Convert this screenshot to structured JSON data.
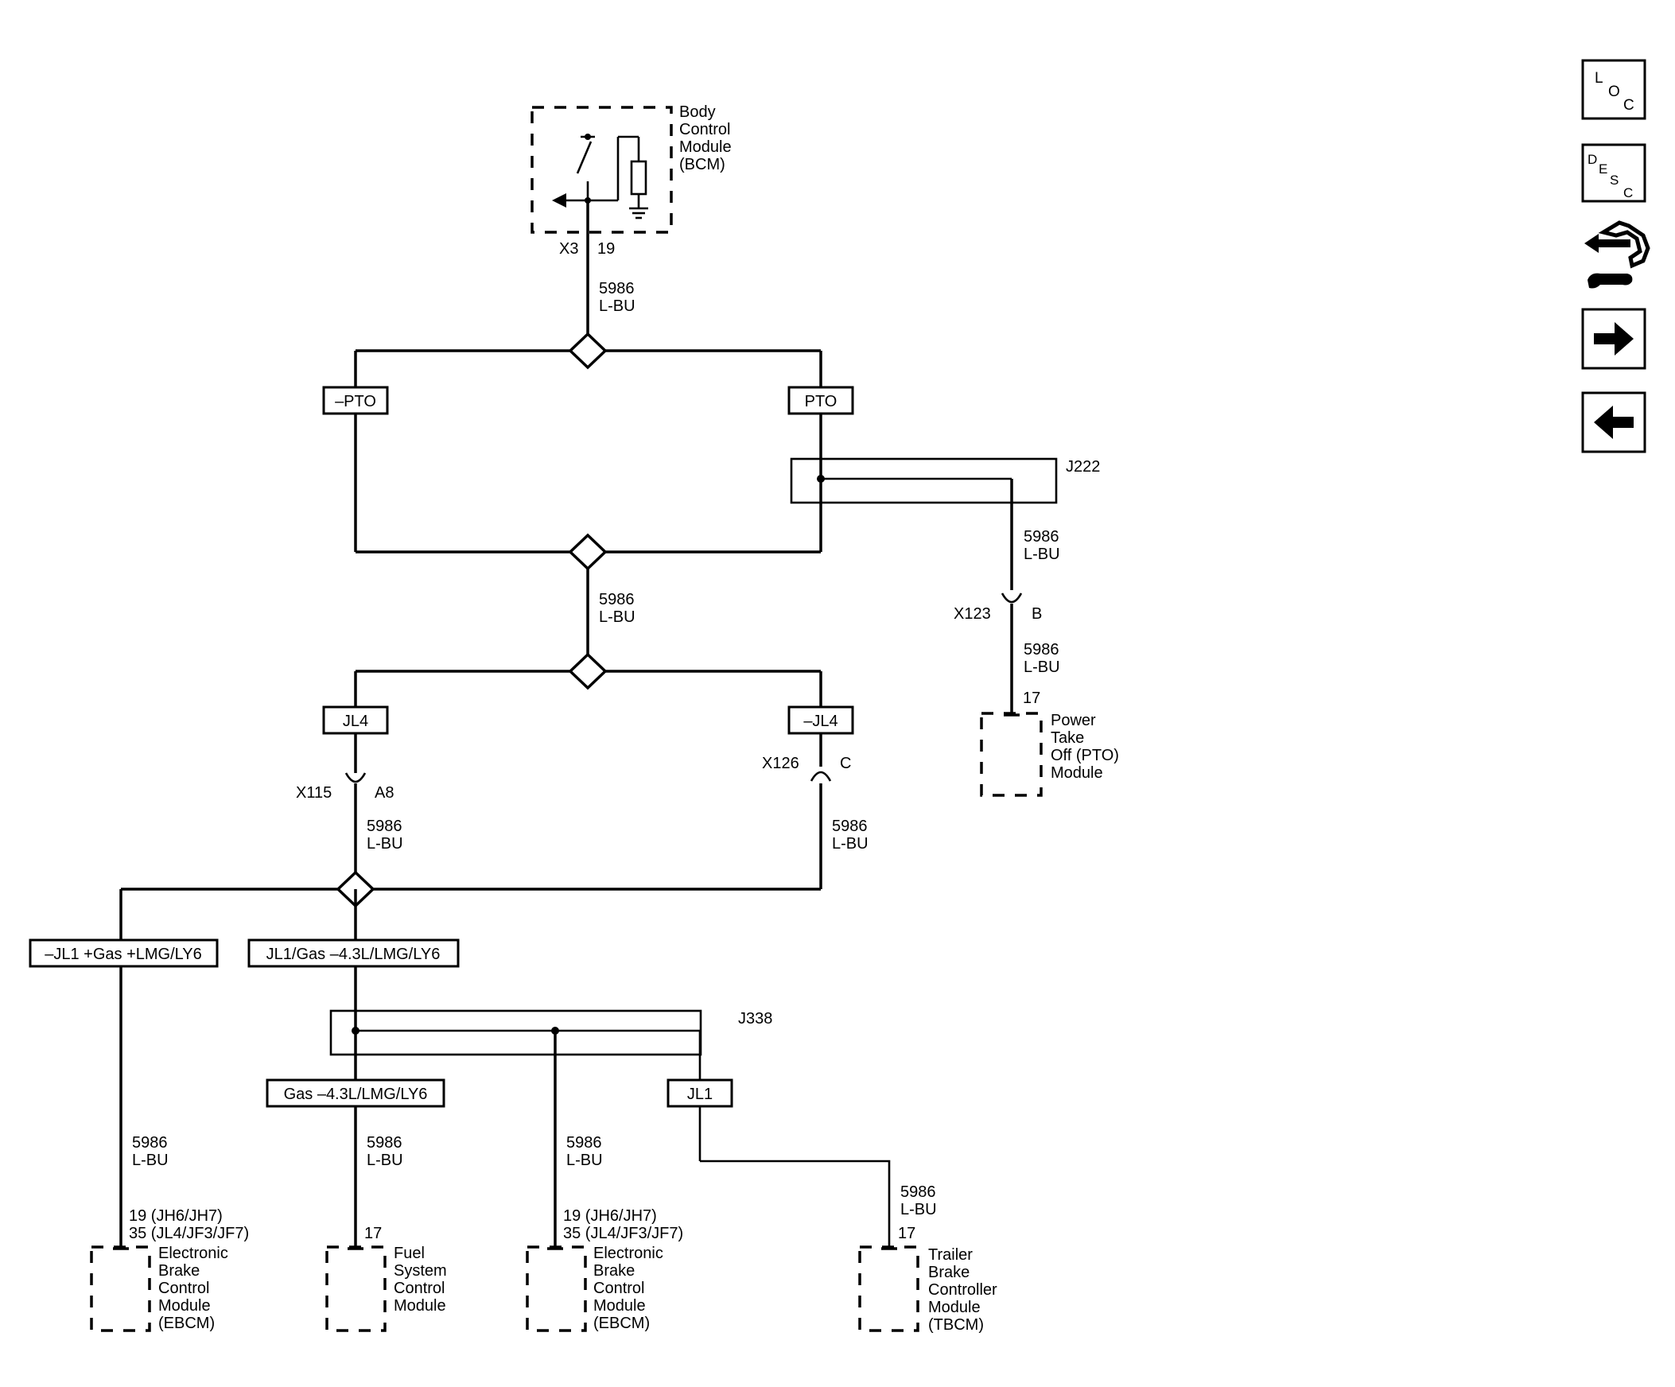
{
  "modules": {
    "bcm": [
      "Body",
      "Control",
      "Module",
      "(BCM)"
    ],
    "pto": [
      "Power",
      "Take",
      "Off (PTO)",
      "Module"
    ],
    "ebcm_left": [
      "Electronic",
      "Brake",
      "Control",
      "Module",
      "(EBCM)"
    ],
    "fscm": [
      "Fuel",
      "System",
      "Control",
      "Module"
    ],
    "ebcm_right": [
      "Electronic",
      "Brake",
      "Control",
      "Module",
      "(EBCM)"
    ],
    "tbcm": [
      "Trailer",
      "Brake",
      "Controller",
      "Module",
      "(TBCM)"
    ]
  },
  "connectors": {
    "bcm_conn": "X3",
    "bcm_pin": "19",
    "x123": "X123",
    "x123_pin": "B",
    "x115": "X115",
    "x115_pin": "A8",
    "x126": "X126",
    "x126_pin": "C",
    "pto_pin": "17",
    "ebcm_left_pin_1": "19 (JH6/JH7)",
    "ebcm_left_pin_2": "35 (JL4/JF3/JF7)",
    "fscm_pin": "17",
    "ebcm_right_pin_1": "19 (JH6/JH7)",
    "ebcm_right_pin_2": "35 (JL4/JF3/JF7)",
    "tbcm_pin": "17"
  },
  "splice_packs": {
    "j222": "J222",
    "j338": "J338"
  },
  "wire": {
    "circuit": "5986",
    "color": "L-BU"
  },
  "options": {
    "no_pto": "–PTO",
    "pto": "PTO",
    "jl4": "JL4",
    "no_jl4": "–JL4",
    "no_jl1_gas": "–JL1 +Gas +LMG/LY6",
    "jl1_gas": "JL1/Gas –4.3L/LMG/LY6",
    "gas": "Gas –4.3L/LMG/LY6",
    "jl1": "JL1"
  },
  "nav": {
    "loc": [
      "L",
      "O",
      "C"
    ],
    "desc": [
      "D",
      "E",
      "S",
      "C"
    ],
    "icons": [
      "connector-tool-icon",
      "arrow-right-icon",
      "arrow-left-icon"
    ]
  }
}
